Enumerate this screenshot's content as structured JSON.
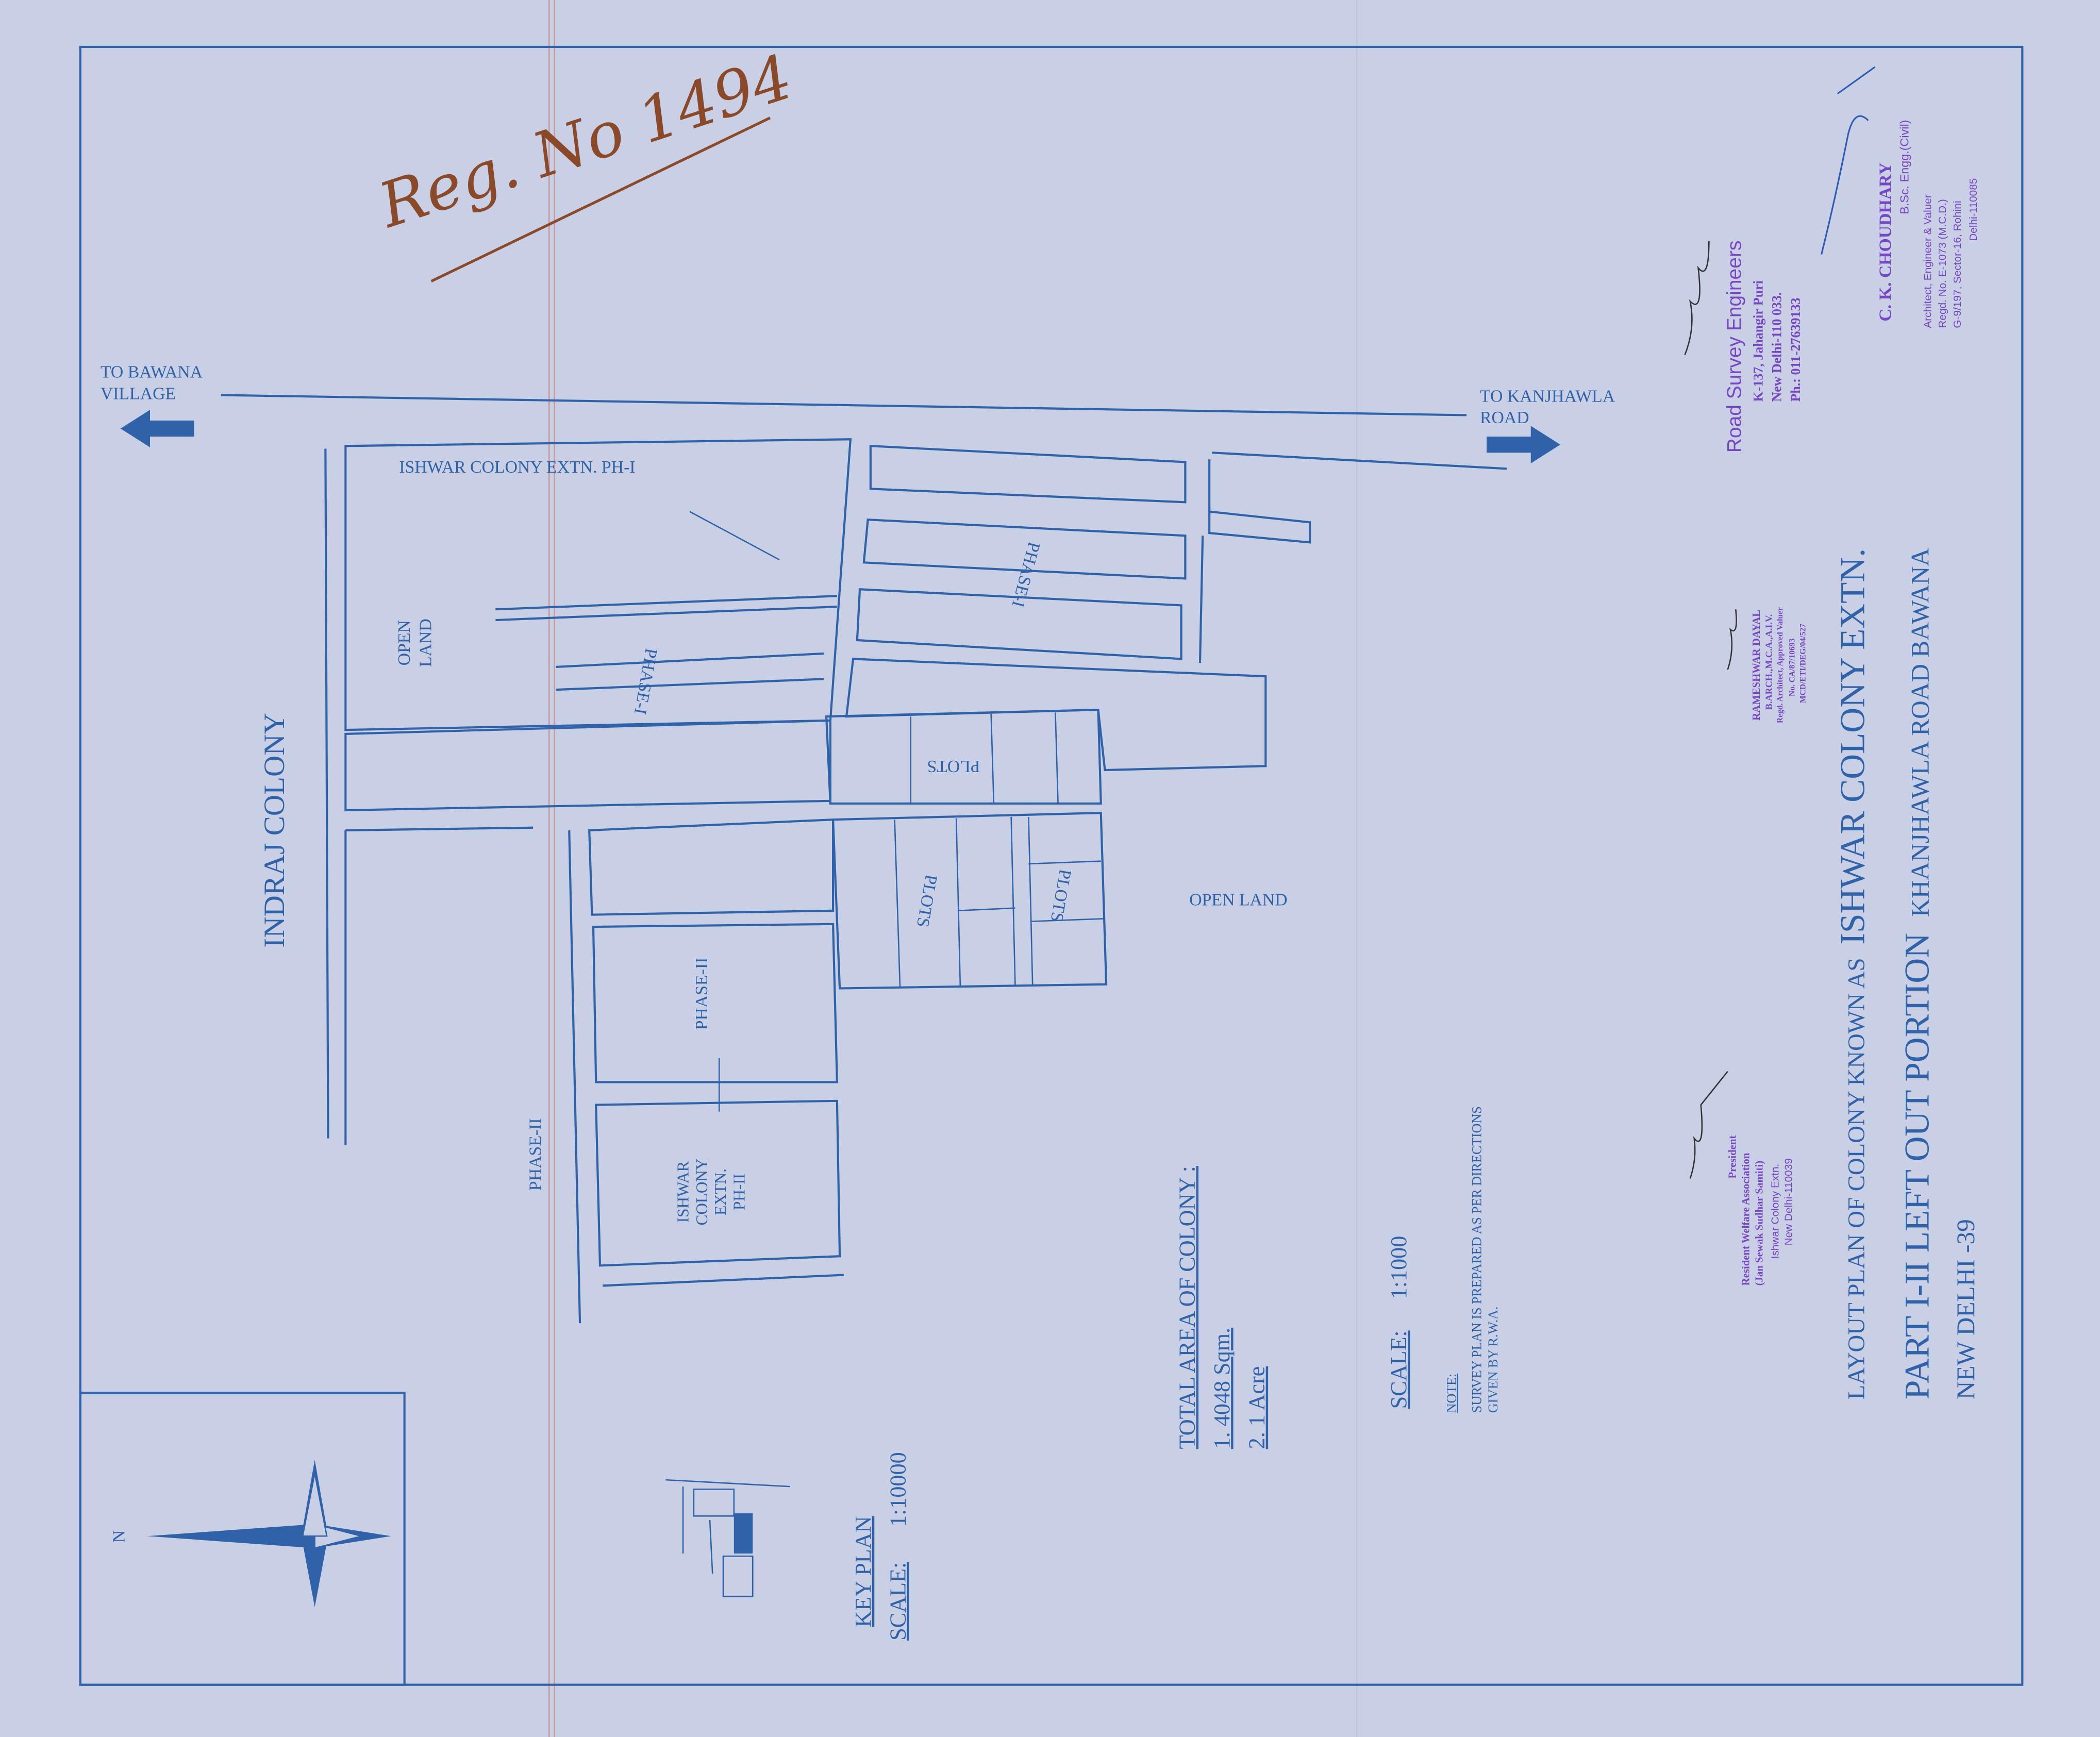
{
  "handwritten_reg": "Reg. No 1494",
  "roads": {
    "to_bawana_line1": "TO BAWANA",
    "to_bawana_line2": "VILLAGE",
    "to_kanjhawla_line1": "TO KANJHAWLA",
    "to_kanjhawla_line2": "ROAD"
  },
  "map_labels": {
    "indraj_colony": "INDRAJ COLONY",
    "ishwar_ph1": "ISHWAR COLONY EXTN. PH-I",
    "open_land_left_1": "OPEN",
    "open_land_left_2": "LAND",
    "phase_i_a": "PHASE-I",
    "phase_i_b": "PHASE-I",
    "plots_a": "PLOTS",
    "plots_b": "PLOTS",
    "plots_c": "PLOTS",
    "open_land_right": "OPEN LAND",
    "phase_ii_block": "PHASE-II",
    "phase_ii_road": "PHASE-II",
    "ishwar_ph2": [
      "ISHWAR",
      "COLONY",
      "EXTN.",
      "PH-II"
    ]
  },
  "area": {
    "heading": "TOTAL AREA OF COLONY :",
    "items": [
      "1.  4048 Sqm.",
      "2.   1 Acre"
    ]
  },
  "scale": {
    "label": "SCALE:",
    "value": "1:1000"
  },
  "note": {
    "label": "NOTE:",
    "line1": "SURVEY PLAN IS PREPARED AS PER DIRECTIONS",
    "line2": "GIVEN BY  R.W.A."
  },
  "key_plan": {
    "title": "KEY PLAN",
    "scale_label": "SCALE:",
    "scale_value": "1:10000"
  },
  "compass": {
    "north": "N"
  },
  "title": {
    "line1_prefix": "LAYOUT PLAN OF COLONY KNOWN AS",
    "line1_name": "ISHWAR COLONY EXTN.",
    "line2_main": "PART I-II LEFT OUT PORTION",
    "line2_place": "KHANJHAWLA ROAD BAWANA",
    "line3": "NEW DELHI -39"
  },
  "stamps": {
    "road_survey": [
      "Road Survey Engineers",
      "K-137, Jahangir Puri",
      "New Delhi-110 033.",
      "Ph.: 011-27639133"
    ],
    "rameshwar": [
      "RAMESHWAR DAYAL",
      "B.ARCH.,M.C.A.,A.I.V.",
      "Regd. Architect, Approved Valuer",
      "No. CA/87/10693",
      "MCD/ETI/DEG/04/527"
    ],
    "choudhary": [
      "C. K.  CHOUDHARY",
      "B.Sc. Engg.(Civil)",
      "Architect, Engineer & Valuer",
      "Regd. No. E-1073 (M.C.D.)",
      "G-9/197, Sector-16, Rohini",
      "Delhi-110085"
    ],
    "rwa": [
      "President",
      "Resident Welfare Association",
      "(Jan Sewak Sudhar Samiti)",
      "Ishwar Colony Extn.",
      "New Delhi-110039"
    ]
  },
  "colors": {
    "ink": "#2f62a8",
    "stamp": "#7646c4",
    "paper": "#c9cfe4",
    "handwriting": "#8a4a2a"
  }
}
